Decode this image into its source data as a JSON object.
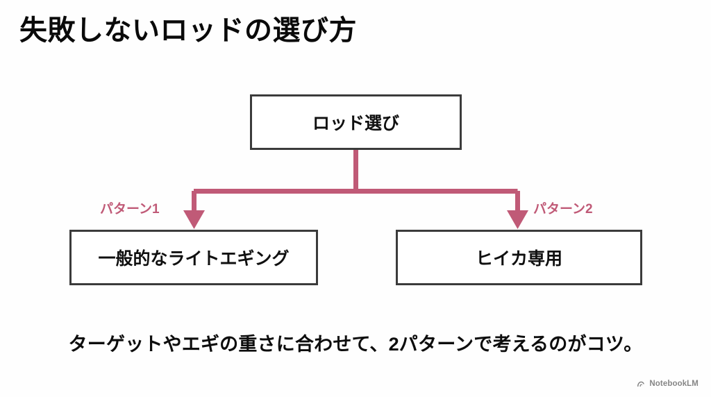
{
  "slide": {
    "title": "失敗しないロッドの選び方",
    "caption": "ターゲットやエギの重さに合わせて、2パターンで考えるのがコツ。",
    "background_color": "#fefefe",
    "accent_color": "#c05a77",
    "box_border_color": "#3b3b3b",
    "text_color": "#0a0a0a"
  },
  "diagram": {
    "type": "tree",
    "root": {
      "label": "ロッド選び"
    },
    "branches": [
      {
        "edge_label": "パターン1",
        "label": "一般的なライトエギング"
      },
      {
        "edge_label": "パターン2",
        "label": "ヒイカ専用"
      }
    ]
  },
  "watermark": {
    "label": "NotebookLM",
    "icon": "notebooklm-logo-icon"
  }
}
